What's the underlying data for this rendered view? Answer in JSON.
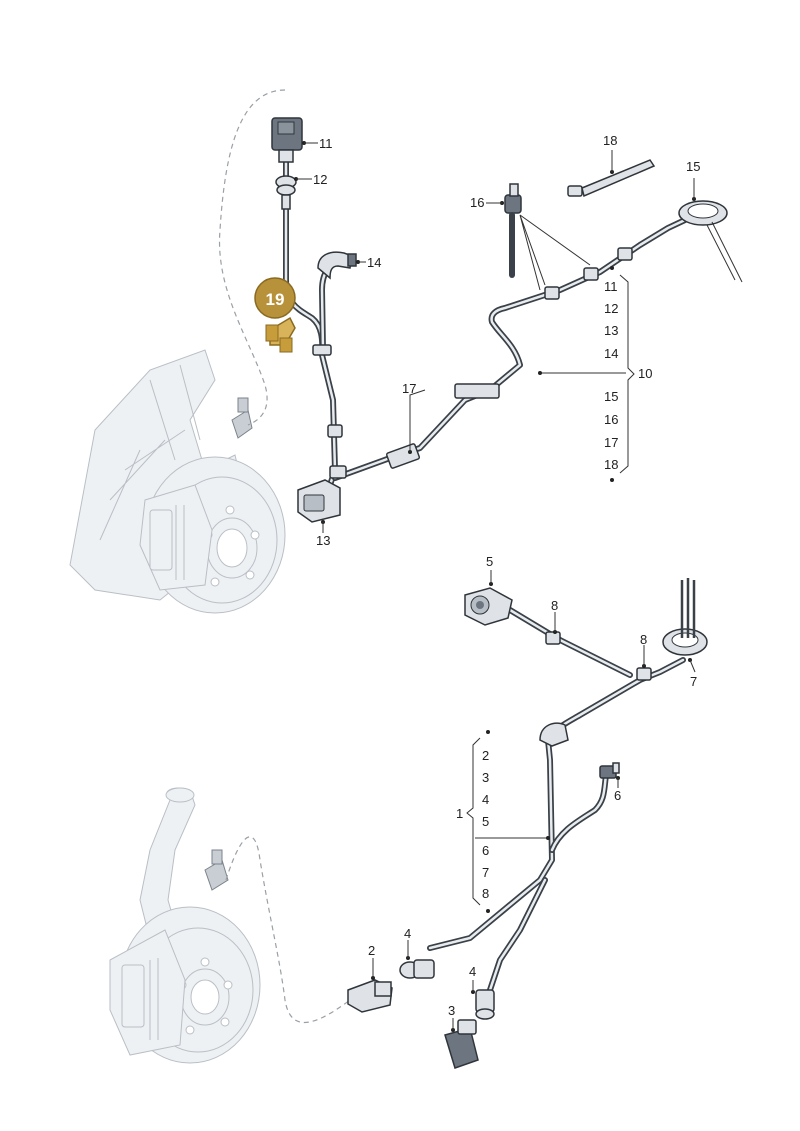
{
  "highlight": {
    "number": "19",
    "color": "#b8923a"
  },
  "upper_assembly": {
    "labels": {
      "p11": "11",
      "p12": "12",
      "p13": "13",
      "p14": "14",
      "p15": "15",
      "p16": "16",
      "p17": "17",
      "p18": "18",
      "group": "10"
    },
    "group_items": [
      "11",
      "12",
      "13",
      "14",
      "15",
      "16",
      "17",
      "18"
    ]
  },
  "lower_assembly": {
    "labels": {
      "p2": "2",
      "p3": "3",
      "p4a": "4",
      "p4b": "4",
      "p5": "5",
      "p6": "6",
      "p7": "7",
      "p8a": "8",
      "p8b": "8",
      "group": "1"
    },
    "group_items": [
      "2",
      "3",
      "4",
      "5",
      "6",
      "7",
      "8"
    ]
  }
}
